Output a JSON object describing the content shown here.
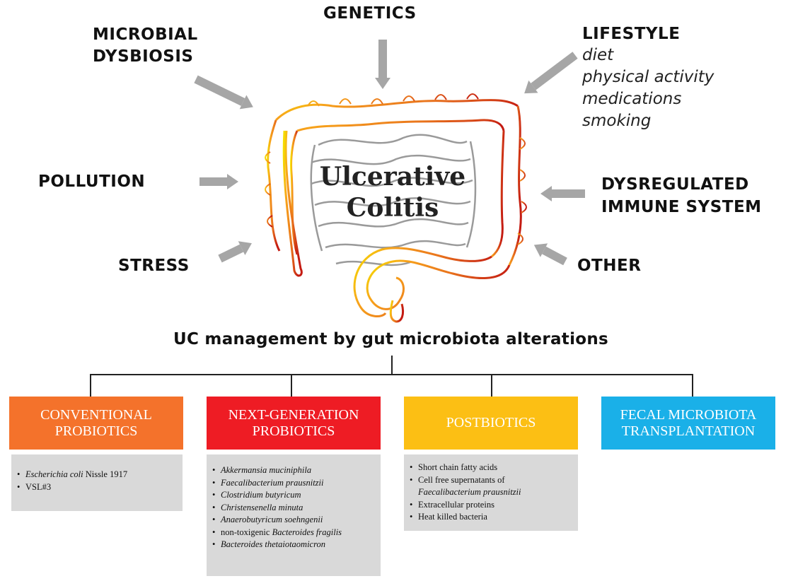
{
  "factors": {
    "genetics": "GENETICS",
    "microbial_line1": "MICROBIAL",
    "microbial_line2": "DYSBIOSIS",
    "lifestyle": "LIFESTYLE",
    "lifestyle_items": [
      "diet",
      "physical activity",
      "medications",
      "smoking"
    ],
    "pollution": "POLLUTION",
    "dysregulated_line1": "DYSREGULATED",
    "dysregulated_line2": "IMMUNE SYSTEM",
    "stress": "STRESS",
    "other": "OTHER"
  },
  "center": {
    "line1": "Ulcerative",
    "line2": "Colitis"
  },
  "management_title": "UC management by gut microbiota alterations",
  "categories": [
    {
      "line1": "Conventional",
      "line2": "Probiotics",
      "color": "#f4722b"
    },
    {
      "line1": "Next-Generation",
      "line2": "Probiotics",
      "color": "#ee1c24"
    },
    {
      "line1": "Postbiotics",
      "line2": "",
      "color": "#fcbf14"
    },
    {
      "line1": "Fecal Microbiota",
      "line2": "Transplantation",
      "color": "#1ab0e8"
    }
  ],
  "lists": {
    "conventional": [
      {
        "italic": "Escherichia coli",
        "plain": " Nissle 1917"
      },
      {
        "italic": "",
        "plain": "VSL#3"
      }
    ],
    "nextgen": [
      {
        "italic": "Akkermansia muciniphila",
        "plain": ""
      },
      {
        "italic": "Faecalibacterium prausnitzii",
        "plain": ""
      },
      {
        "italic": "Clostridium butyricum",
        "plain": ""
      },
      {
        "italic": "Christensenella minuta",
        "plain": ""
      },
      {
        "italic": "Anaerobutyricum soehngenii",
        "plain": ""
      },
      {
        "plain": "non-toxigenic ",
        "italic": "Bacteroides fragilis"
      },
      {
        "italic": "Bacteroides thetaiotaomicron",
        "plain": ""
      }
    ],
    "postbiotics": [
      {
        "plain": "Short chain fatty acids",
        "italic": ""
      },
      {
        "plain": "Cell free supernatants of ",
        "italic": "Faecalibacterium prausnitzii"
      },
      {
        "plain": "Extracellular proteins",
        "italic": ""
      },
      {
        "plain": "Heat killed bacteria",
        "italic": ""
      }
    ]
  },
  "colors": {
    "arrow": "#a6a6a6",
    "list_bg": "#d9d9d9"
  }
}
